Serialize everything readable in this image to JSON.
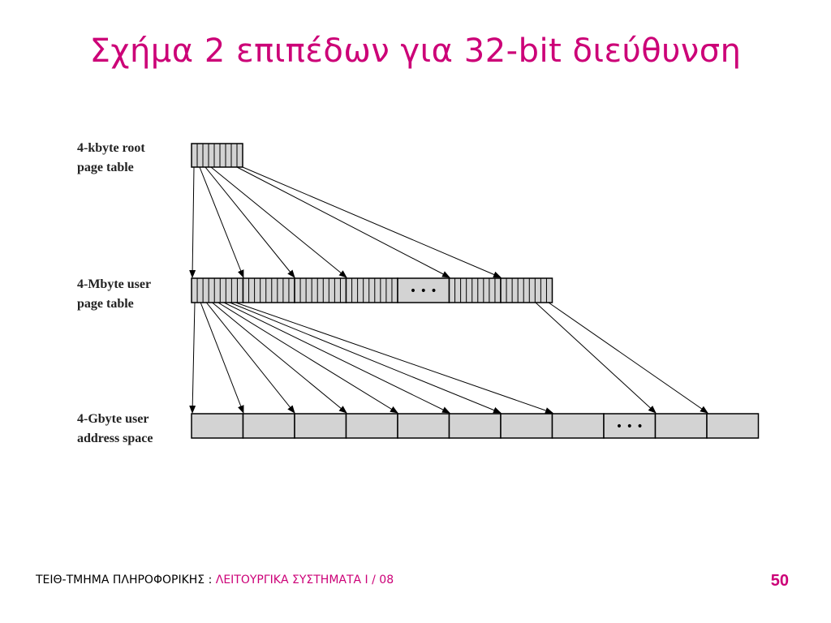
{
  "slide": {
    "title": "Σχήμα 2 επιπέδων για 32-bit διεύθυνση",
    "accent_color": "#cc0077"
  },
  "diagram": {
    "levels": [
      {
        "label_line1": "4-kbyte root",
        "label_line2": "page table"
      },
      {
        "label_line1": "4-Mbyte user",
        "label_line2": "page table"
      },
      {
        "label_line1": "4-Gbyte user",
        "label_line2": "address space"
      }
    ],
    "ellipsis": "• • •",
    "fill_color": "#d3d3d3"
  },
  "footer": {
    "institution": "ΤΕΙΘ-ΤΜΗΜΑ ΠΛΗΡΟΦΟΡΙΚΗΣ : ",
    "course": "ΛΕΙΤΟΥΡΓΙΚΑ ΣΥΣΤΗΜΑΤΑ Ι / 08",
    "page_number": "50"
  }
}
